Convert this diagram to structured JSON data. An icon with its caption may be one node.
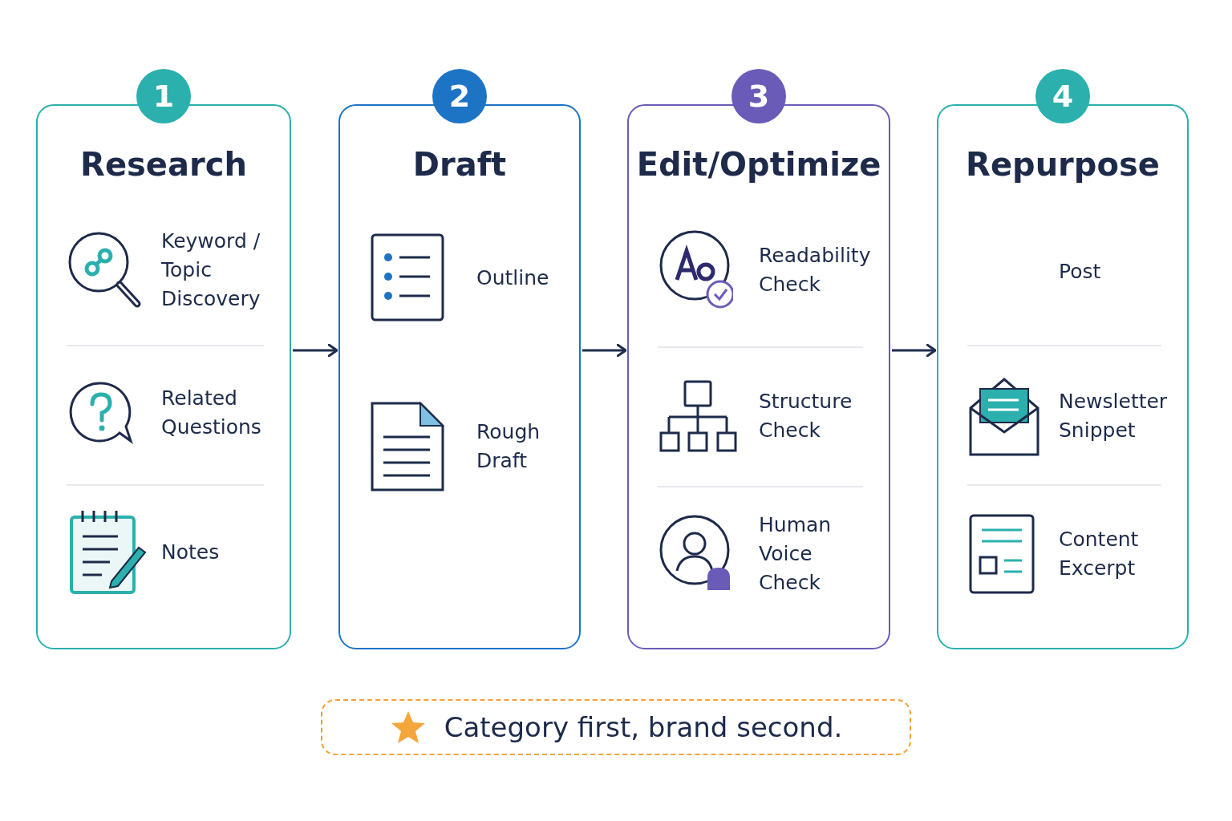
{
  "diagram": {
    "caption": "Category first, brand second.",
    "nodes": [
      {
        "text": [
          "1",
          "Research"
        ]
      },
      {
        "text": [
          "Keyword / Topic Discovery"
        ],
        "in": 0
      },
      {
        "text": [
          "Related Questions"
        ],
        "in": 0
      },
      {
        "text": [
          "Notes"
        ],
        "in": 0
      },
      {
        "text": [
          "2",
          "Draft"
        ]
      },
      {
        "text": [
          "Outline"
        ],
        "in": 4
      },
      {
        "text": [
          "Rough Draft"
        ],
        "in": 4
      },
      {
        "text": [
          "3",
          "Edit/Optimize"
        ]
      },
      {
        "text": [
          "Readability Check"
        ],
        "in": 7
      },
      {
        "text": [
          "Structure Check"
        ],
        "in": 7
      },
      {
        "text": [
          "Human Voice Check"
        ],
        "in": 7
      },
      {
        "text": [
          "4",
          "Repurpose"
        ]
      },
      {
        "text": [
          "Post"
        ],
        "in": 11
      },
      {
        "text": [
          "Newsletter Snippet"
        ],
        "in": 11
      },
      {
        "text": [
          "Content Excerpt"
        ],
        "in": 11
      }
    ],
    "edges": [
      {
        "from": 0,
        "to": 4,
        "arrow": "to"
      },
      {
        "from": 4,
        "to": 7,
        "arrow": "to"
      },
      {
        "from": 7,
        "to": 11,
        "arrow": "to"
      }
    ]
  }
}
